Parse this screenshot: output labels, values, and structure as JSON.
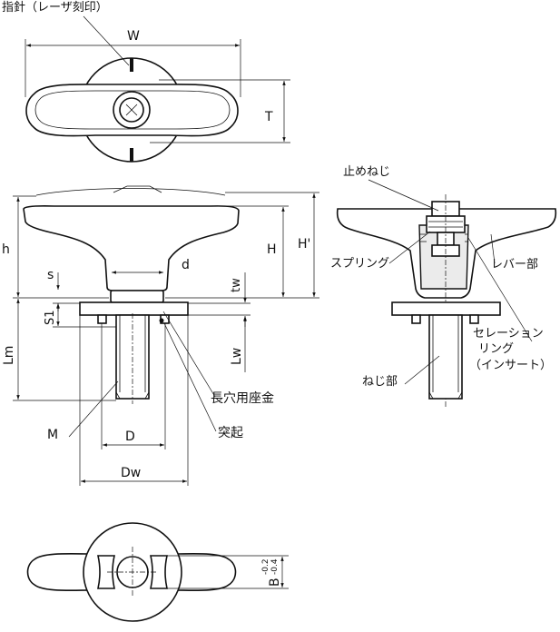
{
  "callouts": {
    "pointer": "指針（レーザ刻印）",
    "set_screw": "止めねじ",
    "spring": "スプリング",
    "lever": "レバー部",
    "serration": "セレーション",
    "serration_2": "リング",
    "serration_3": "（インサート）",
    "thread": "ねじ部",
    "washer": "長穴用座金",
    "protrusion": "突起"
  },
  "dims": {
    "W": "W",
    "T": "T",
    "h": "h",
    "H": "H",
    "H2": "H'",
    "d": "d",
    "s": "s",
    "tw": "tw",
    "s1": "S1",
    "Lm": "Lm",
    "Lw": "Lw",
    "M": "M",
    "D": "D",
    "Dw": "Dw",
    "B": "B",
    "B_tol_upper": "-0.2",
    "B_tol_lower": "-0.4"
  }
}
